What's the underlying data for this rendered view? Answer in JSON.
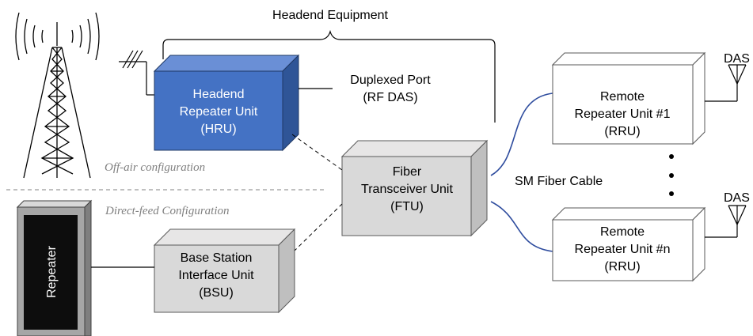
{
  "title": "Headend Equipment",
  "hru": {
    "lines": [
      "Headend",
      "Repeater Unit",
      "(HRU)"
    ]
  },
  "duplexed_port": {
    "lines": [
      "Duplexed Port",
      "(RF DAS)"
    ]
  },
  "ftu": {
    "lines": [
      "Fiber",
      "Transceiver Unit",
      "(FTU)"
    ]
  },
  "bsu": {
    "lines": [
      "Base Station",
      "Interface Unit",
      "(BSU)"
    ]
  },
  "rru1": {
    "lines": [
      "Remote",
      "Repeater Unit #1",
      "(RRU)"
    ]
  },
  "rrun": {
    "lines": [
      "Remote",
      "Repeater Unit #n",
      "(RRU)"
    ]
  },
  "fiber_label": "SM Fiber Cable",
  "das_top": "DAS",
  "das_bottom": "DAS",
  "off_air": "Off-air configuration",
  "direct_feed": "Direct-feed Configuration",
  "repeater_label": "Repeater",
  "colors": {
    "hru_front": "#4472C4",
    "hru_side": "#2F5597",
    "grey_front": "#D9D9D9",
    "grey_side": "#BFBFBF",
    "fiber": "#2E4C9E",
    "tower": "#000000"
  }
}
